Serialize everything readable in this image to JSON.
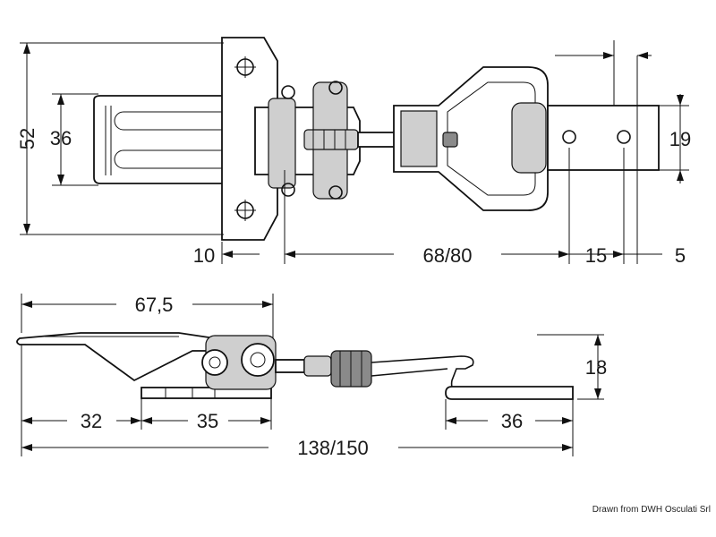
{
  "top_view": {
    "dims": {
      "height_overall": "52",
      "height_base": "36",
      "offset_left": "10",
      "length_hook": "68/80",
      "keeper_mid": "15",
      "keeper_end": "5",
      "keeper_height": "19"
    }
  },
  "side_view": {
    "dims": {
      "length_lever": "67,5",
      "height": "18",
      "base_left": "32",
      "base_mid": "35",
      "keeper_len": "36",
      "length_total": "138/150"
    }
  },
  "credit": "Drawn from DWH Osculati Srl"
}
